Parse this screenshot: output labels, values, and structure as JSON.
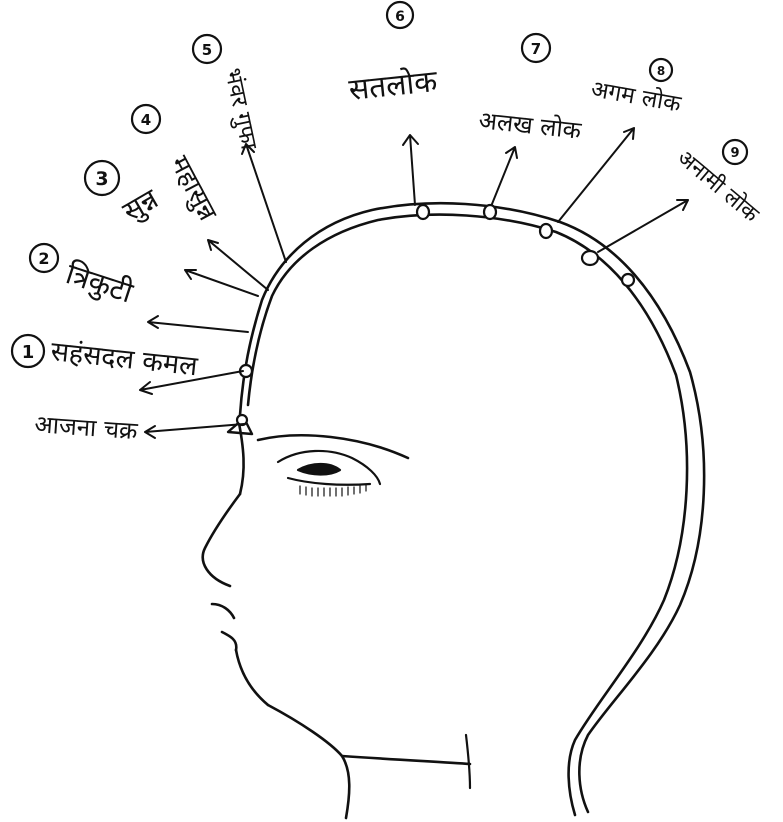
{
  "labels": {
    "l0": "आजना चक्र",
    "l1": "सहंसदल कमल",
    "l2": "त्रिकुटी",
    "l3": "सुन्न",
    "l4": "महासुन्न",
    "l5": "भंवर गुफा",
    "l6": "सतलोक",
    "l7": "अलख लोक",
    "l8": "अगम लोक",
    "l9": "अनामी लोक"
  },
  "numbers": {
    "n1": "1",
    "n2": "2",
    "n3": "3",
    "n4": "4",
    "n5": "5",
    "n6": "6",
    "n7": "7",
    "n8": "8",
    "n9": "9"
  }
}
